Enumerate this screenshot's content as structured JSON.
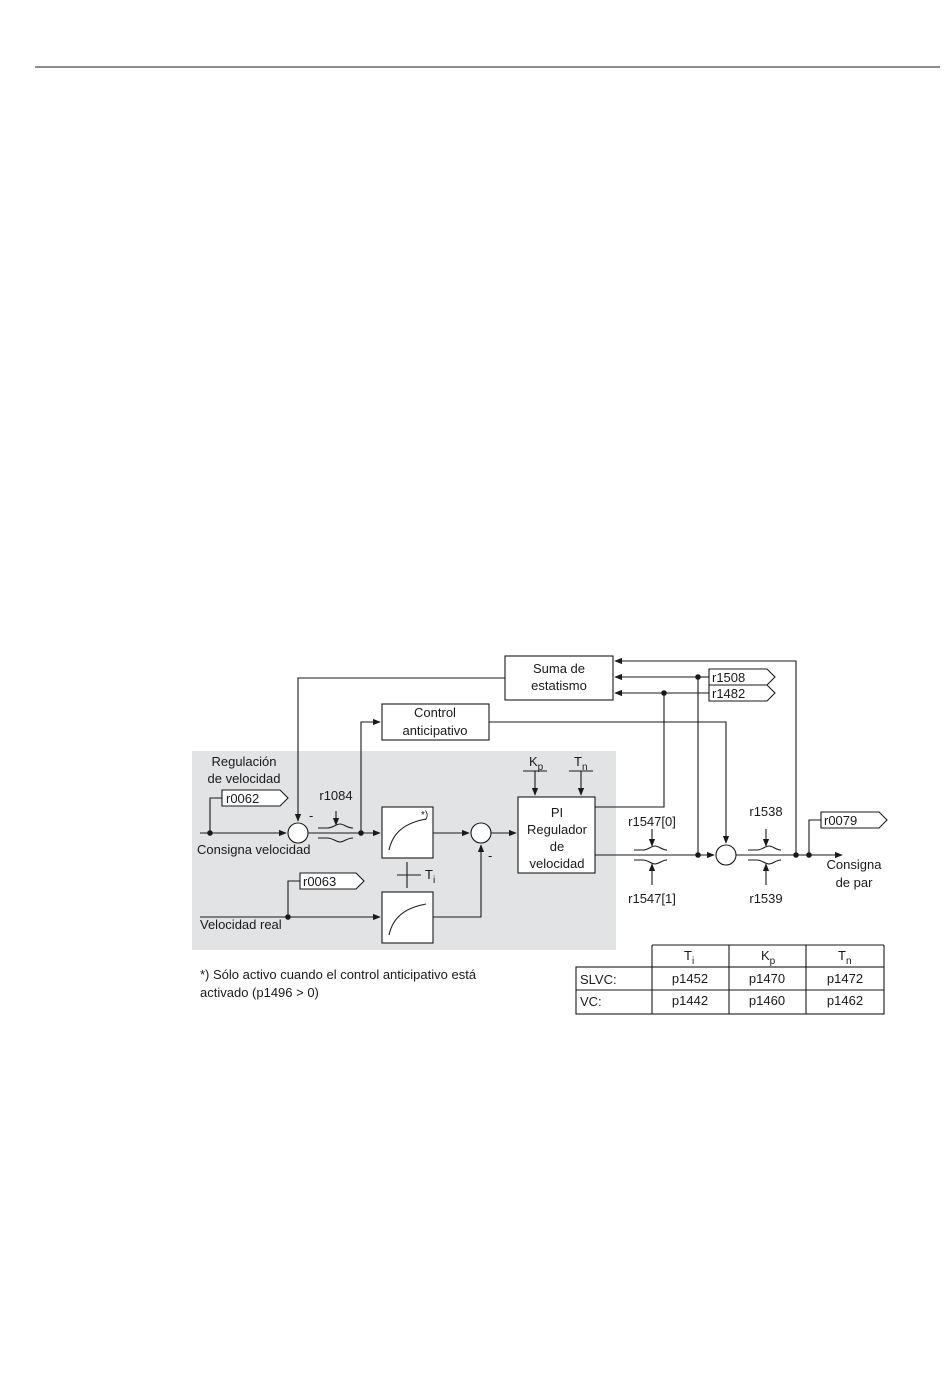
{
  "labels": {
    "suma_line1": "Suma de",
    "suma_line2": "estatismo",
    "control_line1": "Control",
    "control_line2": "anticipativo",
    "regulacion_line1": "Regulación",
    "regulacion_line2": "de velocidad",
    "consigna_velocidad": "Consigna velocidad",
    "velocidad_real": "Velocidad real",
    "pi_line1": "PI",
    "pi_line2": "Regulador",
    "pi_line3": "de",
    "pi_line4": "velocidad",
    "consigna_par_line1": "Consigna",
    "consigna_par_line2": "de par",
    "kp_main": "K",
    "kp_sub": "p",
    "tn_main": "T",
    "tn_sub": "n",
    "ti_main": "T",
    "ti_sub": "i",
    "footnote_mark": "*)",
    "minus": "-",
    "footnote_line1": "*)  Sólo activo cuando el control anticipativo está",
    "footnote_line2": "activado (p1496 > 0)"
  },
  "tags": {
    "r0062": "r0062",
    "r0063": "r0063",
    "r1508": "r1508",
    "r1482": "r1482",
    "r0079": "r0079"
  },
  "params": {
    "r1084": "r1084",
    "r1547_0": "r1547[0]",
    "r1547_1": "r1547[1]",
    "r1538": "r1538",
    "r1539": "r1539"
  },
  "table": {
    "headers": [
      {
        "main": "T",
        "sub": "i"
      },
      {
        "main": "K",
        "sub": "p"
      },
      {
        "main": "T",
        "sub": "n"
      }
    ],
    "rows": [
      {
        "label": "SLVC:",
        "values": [
          "p1452",
          "p1470",
          "p1472"
        ]
      },
      {
        "label": "VC:",
        "values": [
          "p1442",
          "p1460",
          "p1462"
        ]
      }
    ]
  },
  "colors": {
    "region_fill": "#e2e3e4",
    "line": "#1a1a1a"
  }
}
